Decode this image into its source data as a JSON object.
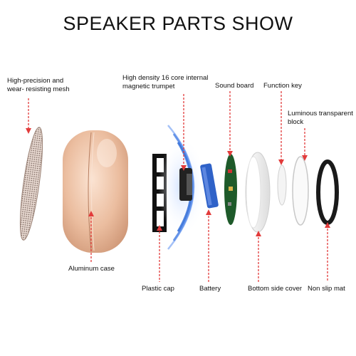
{
  "title": "SPEAKER PARTS SHOW",
  "labels": {
    "mesh_line1": "High-precision and",
    "mesh_line2": "wear- resisting mesh",
    "trumpet_line1": "High density 16 core internal",
    "trumpet_line2": "magnetic trumpet",
    "sound_board": "Sound board",
    "function_key": "Function key",
    "luminous_line1": "Luminous transparent",
    "luminous_line2": "block",
    "aluminum_case": "Aluminum case",
    "plastic_cap": "Plastic cap",
    "battery": "Battery",
    "bottom_cover": "Bottom side cover",
    "non_slip_mat": "Non slip mat"
  },
  "colors": {
    "leader": "#e23b3b",
    "case": "#e9b99a",
    "battery": "#2f62c8",
    "wave": "#2f6cd8",
    "board": "#1e5a2a",
    "mat": "#1a1a1a"
  }
}
